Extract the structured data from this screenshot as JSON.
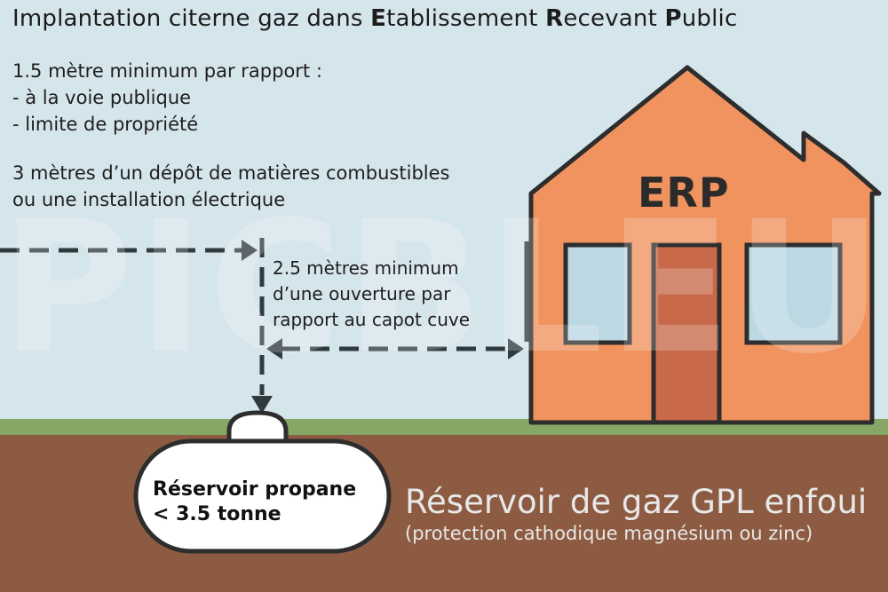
{
  "title": {
    "part1": "Implantation citerne gaz dans ",
    "e_initial": "E",
    "e_rest": "tablissement ",
    "r_initial": "R",
    "r_rest": "ecevant ",
    "p_initial": "P",
    "p_rest": "ublic"
  },
  "rules": {
    "rule1": {
      "line1": "1.5 mètre minimum par rapport :",
      "line2": "- à la voie publique",
      "line3": "- limite de propriété"
    },
    "rule2": {
      "line1": "3 mètres d’un dépôt de matières combustibles",
      "line2": "ou une installation électrique"
    },
    "opening": {
      "line1": "2.5 mètres minimum",
      "line2": "d’une ouverture par",
      "line3": "rapport au capot cuve"
    }
  },
  "building": {
    "label": "ERP"
  },
  "tank": {
    "line1": "Réservoir propane",
    "line2": "< 3.5 tonne"
  },
  "buried": {
    "title": "Réservoir de gaz GPL enfoui",
    "subtitle": "(protection cathodique magnésium ou zinc)"
  },
  "watermark": "PICBLEU",
  "colors": {
    "sky": "#d5e5ec",
    "grass": "#86a765",
    "soil": "#8c5b42",
    "house": "#f0935e",
    "outline": "#2d2d2d",
    "window": "#bcd8e3",
    "door": "#c8694a",
    "tank": "#ffffff",
    "arrow": "#2f3a3f"
  }
}
